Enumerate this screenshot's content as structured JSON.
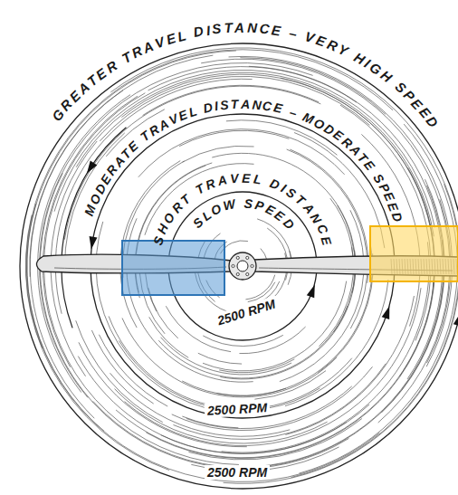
{
  "diagram": {
    "labels": [
      "GREATER TRAVEL DISTANCE – VERY HIGH SPEED",
      "MODERATE TRAVEL DISTANCE – MODERATE SPEED",
      "SHORT TRAVEL DISTANCE",
      "SLOW SPEED",
      "2500 RPM",
      "2500 RPM",
      "2500 RPM"
    ]
  }
}
